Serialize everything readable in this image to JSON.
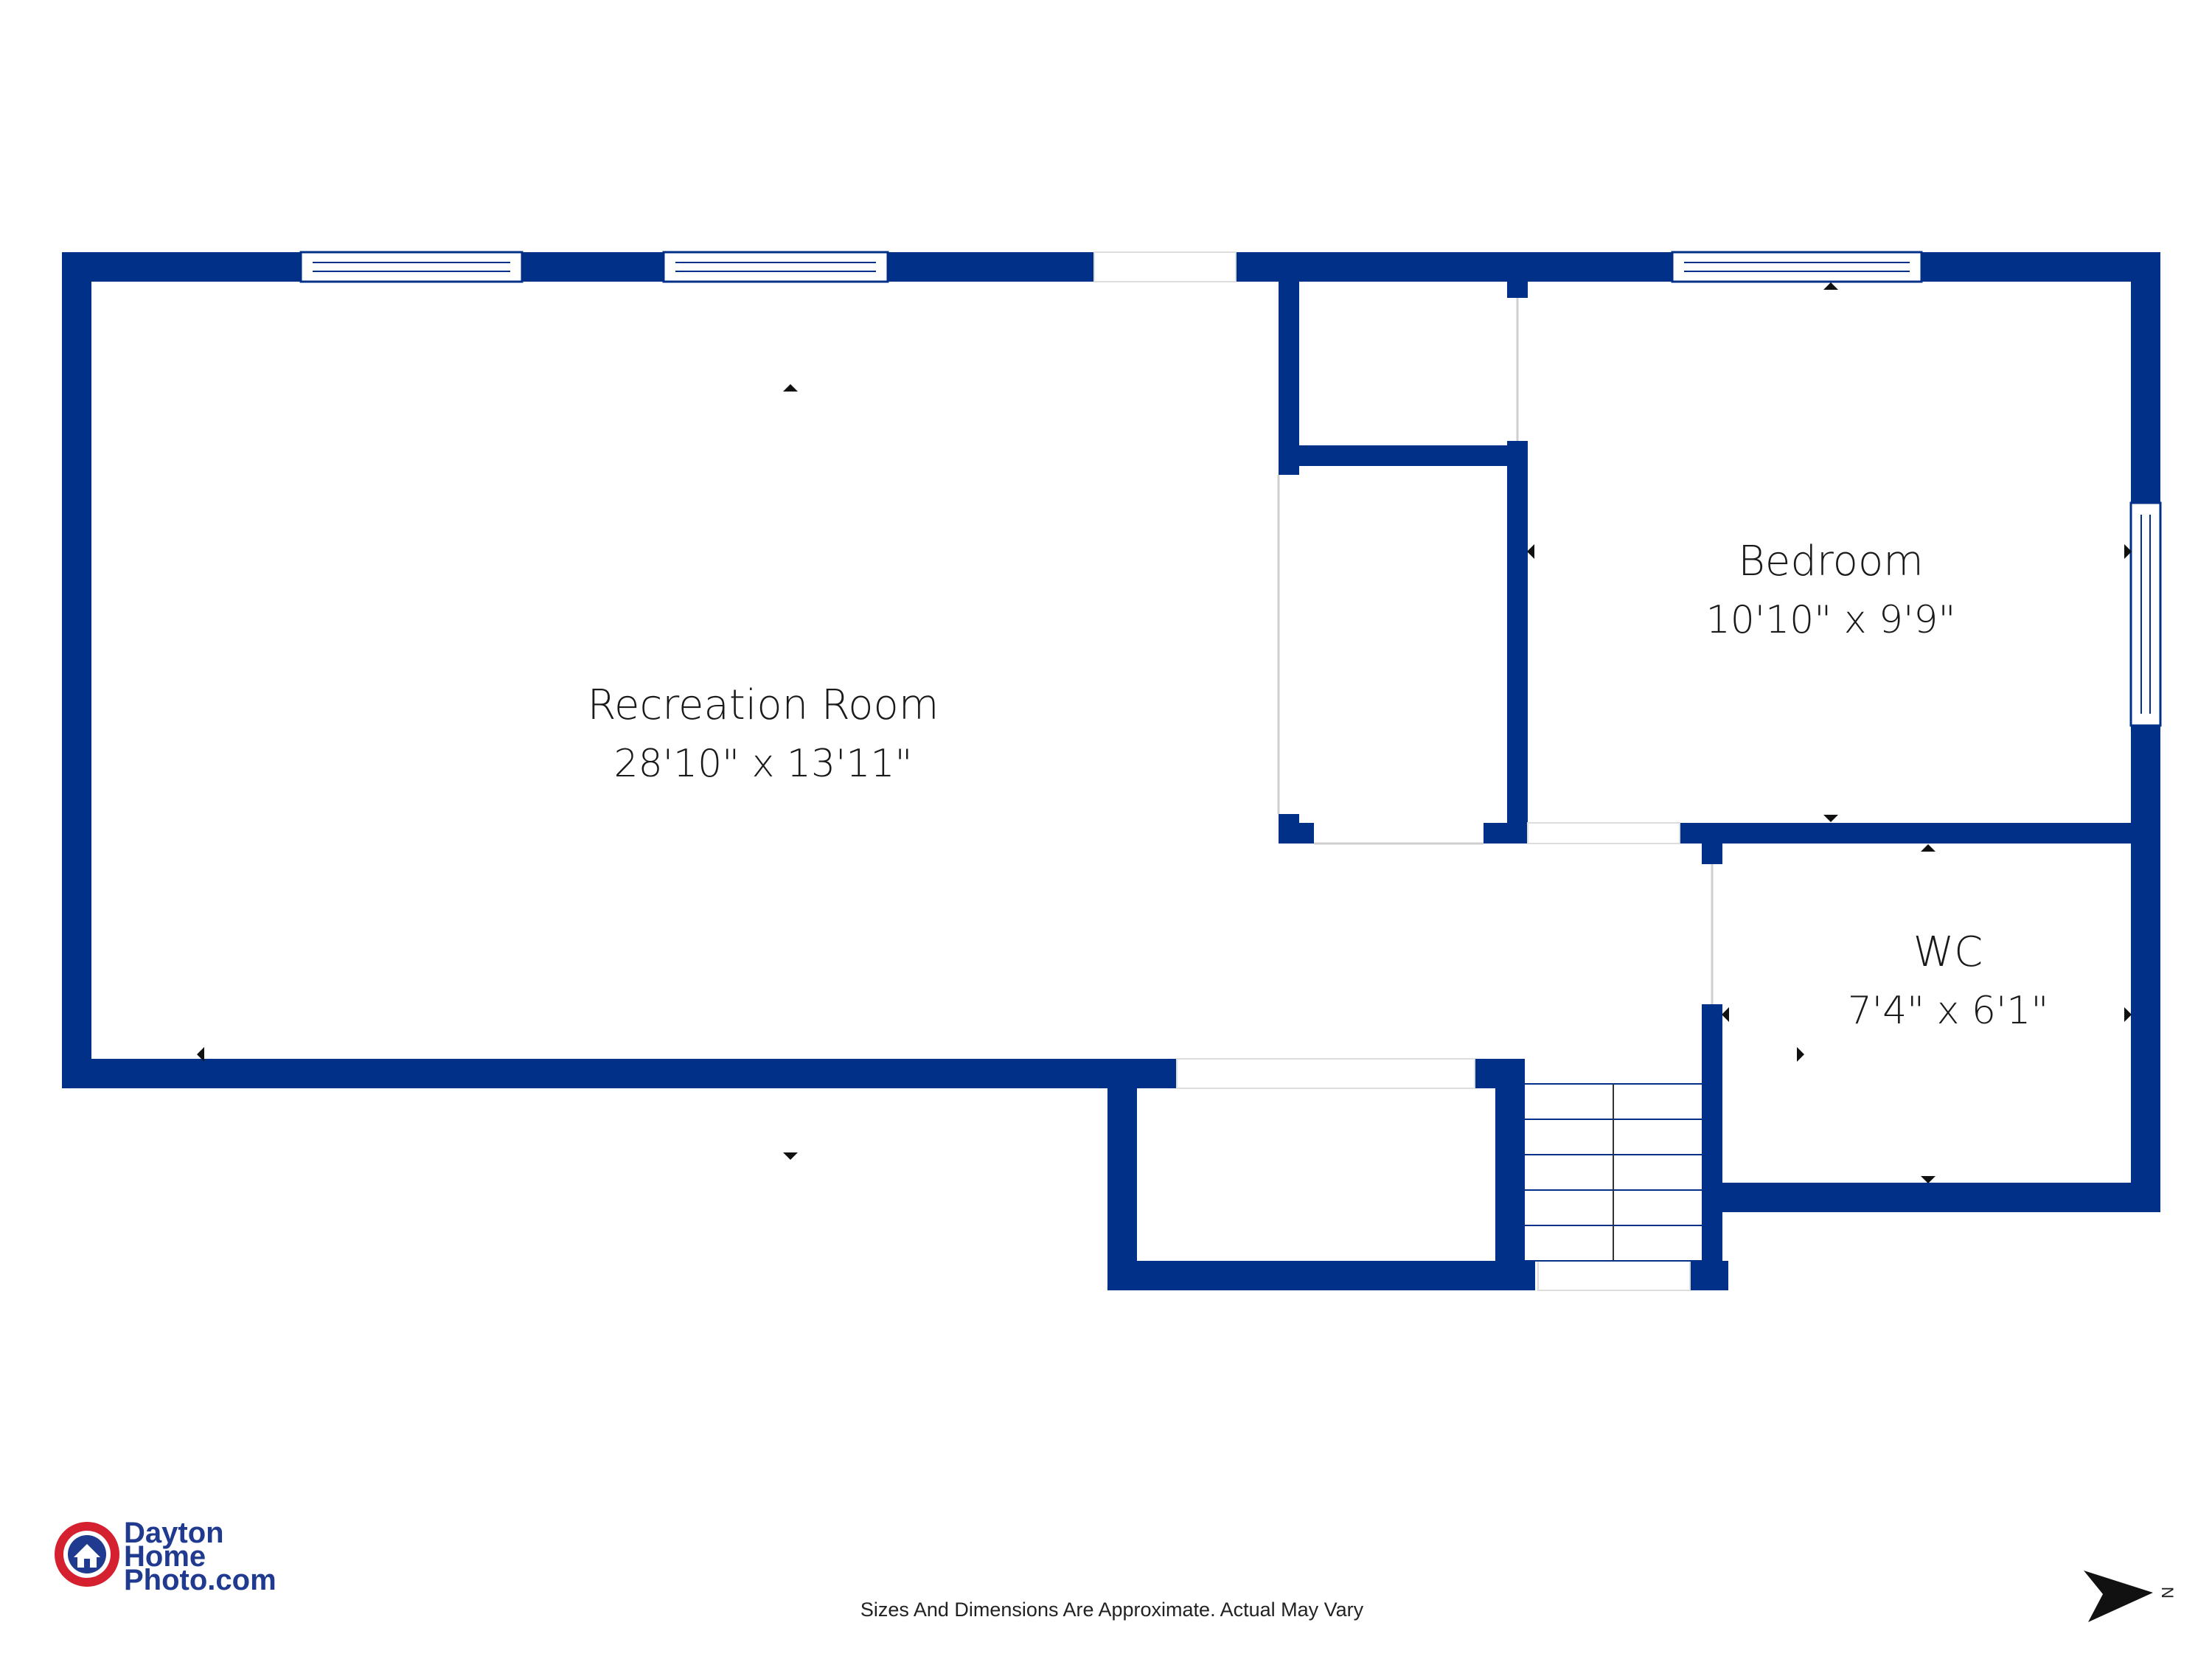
{
  "colors": {
    "wall": "#003087",
    "window": "#ffffff",
    "logo_red": "#d4202f",
    "logo_blue": "#1f3a8f"
  },
  "rooms": [
    {
      "name": "Recreation Room",
      "dimensions": "28'10\" x 13'11\""
    },
    {
      "name": "Bedroom",
      "dimensions": "10'10\" x 9'9\""
    },
    {
      "name": "WC",
      "dimensions": "7'4\" x 6'1\""
    }
  ],
  "logo": {
    "line1": "Dayton",
    "line2": "Home",
    "line3": "Photo.com",
    "icon": "house-camera-icon"
  },
  "disclaimer": "Sizes And Dimensions Are Approximate. Actual May Vary",
  "compass": {
    "label": "N",
    "icon": "north-arrow-icon"
  }
}
